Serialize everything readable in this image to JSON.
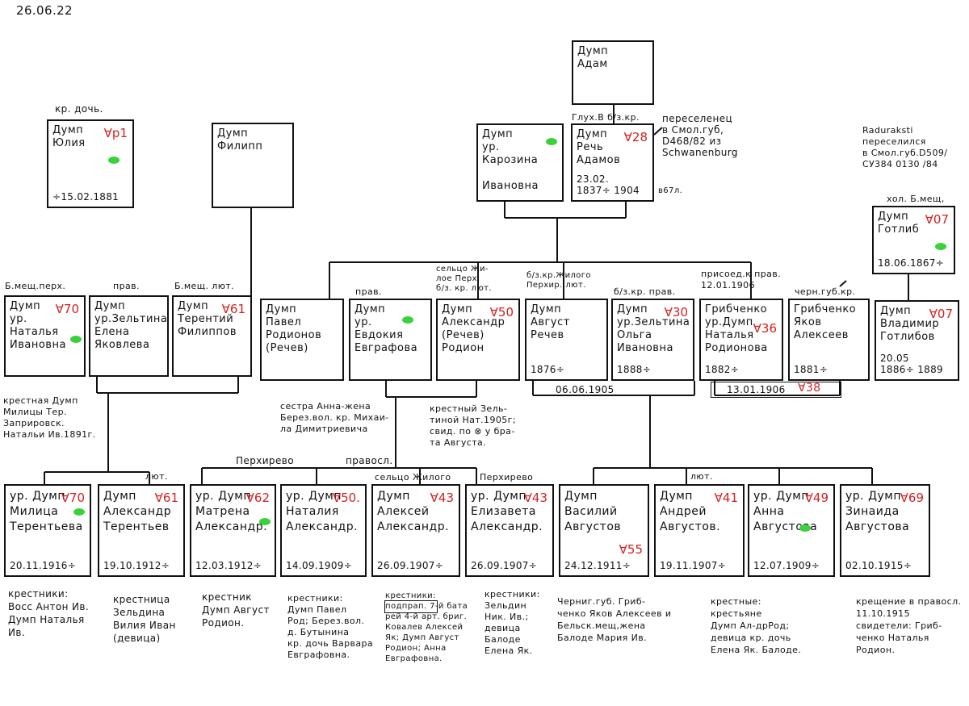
{
  "date": "26.06.22",
  "boxes": {
    "yulia": {
      "name": "Думп\nЮлия",
      "date": "÷15.02.1881",
      "mark": "∀р1",
      "note": "кр. дочь."
    },
    "filipp": {
      "name": "Думп\nФилипп"
    },
    "adam": {
      "name": "Думп\nАдам"
    },
    "karozina": {
      "name": "Думп\nур. Карозина\n\nИвановна"
    },
    "rech": {
      "name": "Думп\nРечь\nАдамов",
      "date": "23.02.\n1837÷  1904",
      "mark": "∀28",
      "top": "Глух.В   б/з.кр.",
      "side": "в67л."
    },
    "gotlib": {
      "name": "Думп\nГотлиб",
      "date": "18.06.1867÷",
      "mark": "∀07",
      "top": "хол.  Б.мещ,"
    },
    "natalia": {
      "name": "Думп\nур.\nНаталья\nИвановна",
      "mark": "∀70",
      "top": "Б.мещ.перх."
    },
    "elena": {
      "name": "Думп\nур.Зельтина\nЕлена\nЯковлева",
      "top": "прав."
    },
    "terentiy": {
      "name": "Думп\nТерентий\nФилиппов",
      "mark": "∀61",
      "top": "Б.мещ. лют."
    },
    "pavel": {
      "name": "Думп\nПавел\nРодионов\n(Речев)"
    },
    "evdokia": {
      "name": "Думп\nур.\nЕвдокия\nЕвграфова",
      "top": "прав."
    },
    "alexandr": {
      "name": "Думп\nАлександр\n(Речев)\nРодион",
      "mark": "∀50",
      "top": "сельцо Жи-\nлое Перх.\nб/з. кр. лют."
    },
    "avgust": {
      "name": "Думп\nАвгуст\nРечев",
      "date": "1876÷",
      "top": "б/з.кр.Жилого\nПерхир. лют."
    },
    "olga": {
      "name": "Думп\nур.Зельтина\nОльга\nИвановна",
      "date": "1888÷",
      "mark": "∀30",
      "top": "б/з.кр.    прав."
    },
    "natalia_r": {
      "name": "Грибченко\nур.Думп\nНаталья\nРодионова",
      "date": "1882÷",
      "mark": "∀36",
      "top": "присоед.к прав.\n12.01.1906"
    },
    "yakov": {
      "name": "Грибченко\nЯков\nАлексеев",
      "date": "1881÷",
      "top": "черн.губ.кр."
    },
    "vladimir": {
      "name": "Думп\nВладимир\nГотлибов",
      "date": "20.05\n1886÷ 1889",
      "mark": "∀07"
    },
    "milica": {
      "name": "ур. Думп\nМилица\nТерентьева",
      "date": "20.11.1916÷",
      "mark": "∀70"
    },
    "alexandr_t": {
      "name": "Думп\nАлександр\nТерентьев",
      "date": "19.10.1912÷",
      "mark": "∀61",
      "top": "лют."
    },
    "matrena": {
      "name": "ур. Думп\nМатрена\nАлександр.",
      "date": "12.03.1912÷",
      "mark": "∀62"
    },
    "natalia_a": {
      "name": "ур. Думп\nНаталия\nАлександр.",
      "date": "14.09.1909÷",
      "mark": "∀50."
    },
    "aleksey": {
      "name": "Думп\nАлексей\nАлександр.",
      "date": "26.09.1907÷",
      "mark": "∀43"
    },
    "elizaveta": {
      "name": "ур. Думп\nЕлизавета\nАлександр.",
      "date": "26.09.1907÷",
      "mark": "∀43"
    },
    "vasiliy": {
      "name": "Думп\nВасилий\nАвгустов",
      "date": "24.12.1911÷",
      "mark": "∀55"
    },
    "andrey": {
      "name": "Думп\nАндрей\nАвгустов.",
      "date": "19.11.1907÷",
      "mark": "∀41",
      "top": "лют."
    },
    "anna": {
      "name": "ур. Думп\nАнна\nАвгустова",
      "date": "12.07.1909÷",
      "mark": "∀49"
    },
    "zinaida": {
      "name": "ур. Думп\nЗинаида\nАвгустова",
      "date": "02.10.1915÷",
      "mark": "∀69"
    }
  },
  "notes": {
    "adam_note": "переселенец\nв Смол.губ,\nD468/82 из\nSchwanenburg",
    "raduraksti": "Raduraksti\nпереселился\nв Смол.губ.D509/\nСУ384 0130     /84",
    "natalia_note": "крестная Думп\nМилицы Тер.\nЗаприровск.\nНатальи Ив.1891г.",
    "sister_note": "сестра Анна-жена\nБерез.вол. кр. Михаи-\nла Димитриевича",
    "krestny_note": "крестный Зель-\nтиной Нат.1905г;\nсвид. по ⊗ у бра-\nта Августа.",
    "marriage1": "06.06.1905",
    "marriage2": "13.01.1906",
    "marriage2_mark": "∀38",
    "perkhirevo": "Перхирево",
    "pravosl": "правосл.",
    "seltso": "сельцо   Жилого",
    "perkhirevo2": "Перхирево",
    "n_milica": "крестники:\nВосс Антон Ив.\nДумп Наталья\nИв.",
    "n_alexandr": "крестница\nЗельдина\nВилия Иван\n(девица)",
    "n_matrena": "крестник\nДумп Август\nРодион.",
    "n_natalia": "крестники:\nДумп Павел\nРод; Берез.вол.\nд. Бутынина\nкр. дочь Варвара\nЕвграфовна.",
    "n_aleksey": "крестники:\nподпрап. 7-й бата\nрей 4-й арт. бриг.\nКовалев Алексей\nЯк; Думп Август\nРодион; Анна\nЕвграфовна.",
    "n_elizaveta": "крестники:\nЗельдин\nНик. Ив.;\nдевица\nБалоде\nЕлена Як.",
    "n_vasiliy": "Черниг.губ. Гриб-\nченко Яков Алексеев и\nБельск.мещ,жена\nБалоде Мария Ив.",
    "n_anna": "крестные:\nкрестьяне\nДумп Ал-дрРод;\nдевица кр. дочь\nЕлена Як. Балоде.",
    "n_zinaida": "крещение в правосл.\n11.10.1915\nсвидетели: Гриб-\nченко Наталья Родион."
  }
}
